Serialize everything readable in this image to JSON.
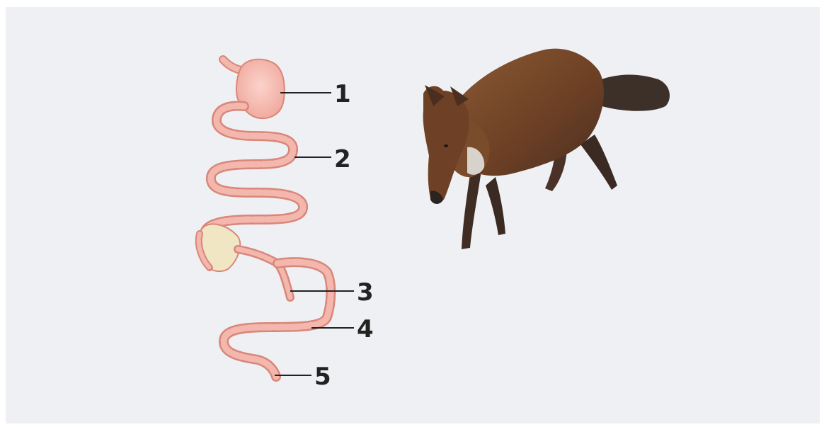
{
  "labels": [
    "1",
    "2",
    "3",
    "4",
    "5"
  ],
  "colors": {
    "background": "#eef0f3",
    "tract_fill": "#f3b7ad",
    "tract_outline": "#d9877a",
    "fox_body": "#7a4a2a",
    "fox_dark": "#3a2a22",
    "leader_line": "#222222"
  },
  "icons": [
    "digestive-tract-illustration",
    "fox-illustration"
  ]
}
